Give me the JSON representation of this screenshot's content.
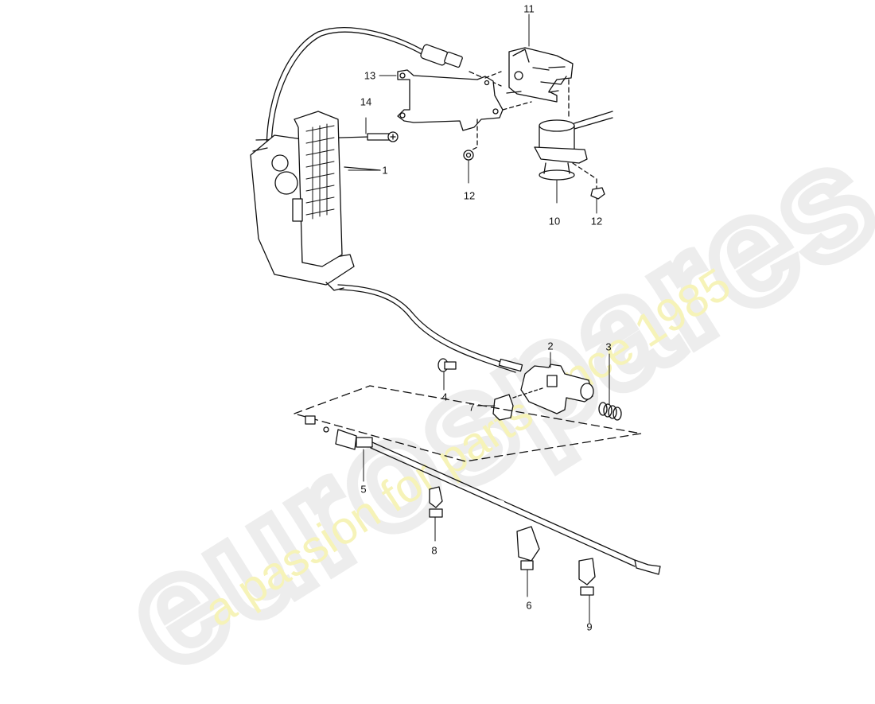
{
  "watermark": {
    "brand": "eurospares",
    "tagline": "a passion for parts since 1985",
    "brand_color": "#e8e8e8",
    "tagline_color": "#f5f2b0"
  },
  "diagram": {
    "type": "exploded parts diagram",
    "subject": "accelerator pedal assembly and throttle cable",
    "line_color": "#111111",
    "callouts": [
      {
        "id": "1",
        "label": "1",
        "part": "accelerator pedal"
      },
      {
        "id": "2",
        "label": "2",
        "part": "cable holder / bracket"
      },
      {
        "id": "3",
        "label": "3",
        "part": "spring"
      },
      {
        "id": "4",
        "label": "4",
        "part": "grommet / buffer"
      },
      {
        "id": "5",
        "label": "5",
        "part": "throttle cable"
      },
      {
        "id": "6",
        "label": "6",
        "part": "clip"
      },
      {
        "id": "7",
        "label": "7",
        "part": "clip"
      },
      {
        "id": "8",
        "label": "8",
        "part": "clip"
      },
      {
        "id": "9",
        "label": "9",
        "part": "clip"
      },
      {
        "id": "10",
        "label": "10",
        "part": "actuator / vacuum unit"
      },
      {
        "id": "11",
        "label": "11",
        "part": "bracket"
      },
      {
        "id": "12a",
        "label": "12",
        "part": "nut"
      },
      {
        "id": "12b",
        "label": "12",
        "part": "nut"
      },
      {
        "id": "13",
        "label": "13",
        "part": "mounting plate"
      },
      {
        "id": "14",
        "label": "14",
        "part": "screw"
      }
    ]
  }
}
